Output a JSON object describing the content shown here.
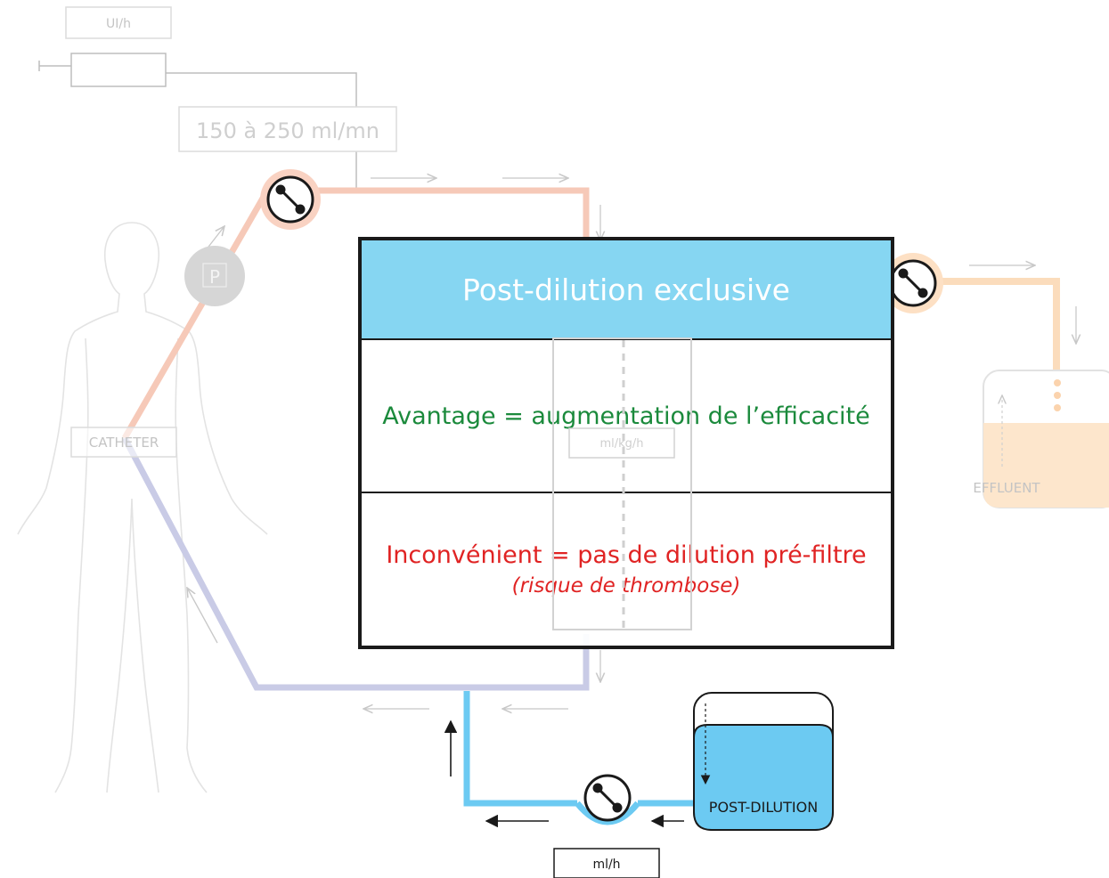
{
  "labels": {
    "anticoag_rate": "UI/h",
    "blood_flow": "150 à 250 ml/mn",
    "catheter": "CATHETER",
    "pressure": "P",
    "dose": "ml/kg/h",
    "effluent": "EFFLUENT",
    "post_dilution": "POST-DILUTION",
    "post_rate": "ml/h"
  },
  "info_box": {
    "title": "Post-dilution exclusive",
    "advantage": "Avantage = augmentation de l’efficacité",
    "drawback": "Inconvénient = pas de dilution pré-filtre",
    "drawback_note": "(risque de thrombose)"
  },
  "colors": {
    "arterial_line": "#f6c9b8",
    "venous_line": "#c9cbe6",
    "replacement_line": "#6ccaf2",
    "effluent_line": "#fbdcbc",
    "header_fill": "#86d6f2",
    "advantage_text": "#1b8a3c",
    "drawback_text": "#e02323"
  }
}
